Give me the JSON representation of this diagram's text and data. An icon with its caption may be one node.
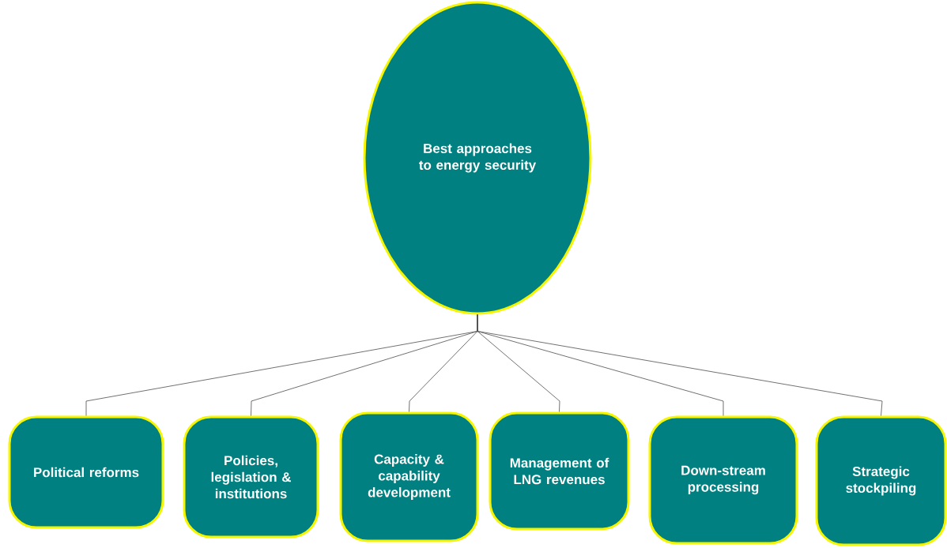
{
  "diagram": {
    "nodes": [
      {
        "text": [
          "Best approaches to energy security"
        ]
      },
      {
        "text": [
          "Political reforms"
        ]
      },
      {
        "text": [
          "Policies, legislation & institutions"
        ]
      },
      {
        "text": [
          "Capacity & capability development"
        ]
      },
      {
        "text": [
          "Management of LNG revenues"
        ]
      },
      {
        "text": [
          "Down-stream processing"
        ]
      },
      {
        "text": [
          "Strategic stockpiling"
        ]
      }
    ],
    "edges": [
      {
        "from": 0,
        "to": 1,
        "arrow": "none"
      },
      {
        "from": 0,
        "to": 2,
        "arrow": "none"
      },
      {
        "from": 0,
        "to": 3,
        "arrow": "none"
      },
      {
        "from": 0,
        "to": 4,
        "arrow": "none"
      },
      {
        "from": 0,
        "to": 5,
        "arrow": "none"
      },
      {
        "from": 0,
        "to": 6,
        "arrow": "none"
      }
    ]
  }
}
